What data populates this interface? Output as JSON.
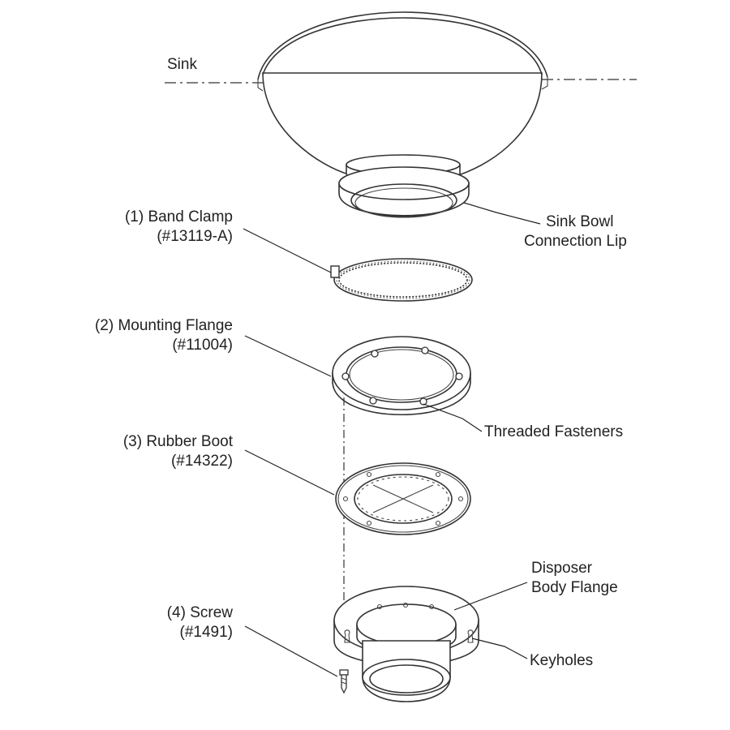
{
  "labels": {
    "sink": "Sink",
    "sink_bowl_lip_line1": "Sink Bowl",
    "sink_bowl_lip_line2": "Connection Lip",
    "band_clamp_line1": "(1) Band Clamp",
    "band_clamp_line2": "(#13119-A)",
    "mounting_flange_line1": "(2) Mounting Flange",
    "mounting_flange_line2": "(#11004)",
    "threaded_fasteners": "Threaded Fasteners",
    "rubber_boot_line1": "(3) Rubber Boot",
    "rubber_boot_line2": "(#14322)",
    "disposer_body_flange_line1": "Disposer",
    "disposer_body_flange_line2": "Body Flange",
    "screw_line1": "(4) Screw",
    "screw_line2": "(#1491)",
    "keyholes": "Keyholes"
  },
  "colors": {
    "line": "#333333",
    "text": "#222222",
    "background": "#ffffff"
  }
}
